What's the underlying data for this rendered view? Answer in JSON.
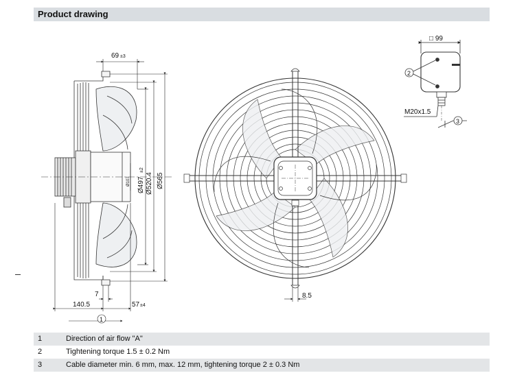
{
  "header": {
    "title": "Product drawing"
  },
  "dimensions": {
    "top_offset": "69",
    "top_offset_tol": "±3",
    "dia_497": "Ø497",
    "dia_497_tol": "±2",
    "dia_520": "Ø520.4",
    "dia_565": "Ø565",
    "small_dia": "Ø107",
    "bottom_7": "7",
    "bottom_140": "140.5",
    "bottom_57": "57",
    "bottom_57_tol": "±4",
    "front_8_5": "8.5",
    "box_size": "□ 99",
    "gland_thread": "M20x1.5"
  },
  "callouts": {
    "airflow": "1",
    "torque_marker": "2",
    "cable_marker": "3"
  },
  "legend": [
    {
      "num": "1",
      "text": "Direction of air flow \"A\""
    },
    {
      "num": "2",
      "text": "Tightening torque 1.5 ± 0.2 Nm"
    },
    {
      "num": "3",
      "text": "Cable diameter min. 6 mm, max. 12 mm, tightening torque 2 ± 0.3 Nm"
    }
  ]
}
